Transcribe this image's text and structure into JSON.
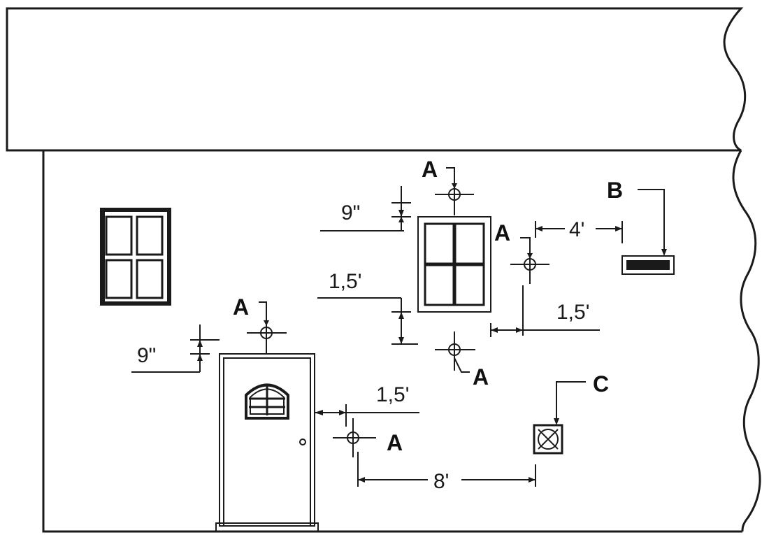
{
  "labels": {
    "outlet_top": "A",
    "outlet_window_left": "A",
    "outlet_window_bottom": "A",
    "outlet_door_top": "A",
    "outlet_door_side": "A",
    "fixture_b": "B",
    "fixture_c": "C"
  },
  "dimensions": {
    "window_top_gap": "9\"",
    "window_bottom_gap": "1,5'",
    "window_to_b": "4'",
    "window_side_gap": "1,5'",
    "door_top_gap": "9\"",
    "door_side_gap": "1,5'",
    "door_to_c": "8'"
  },
  "colors": {
    "line": "#1a1a1a",
    "background": "#ffffff"
  }
}
